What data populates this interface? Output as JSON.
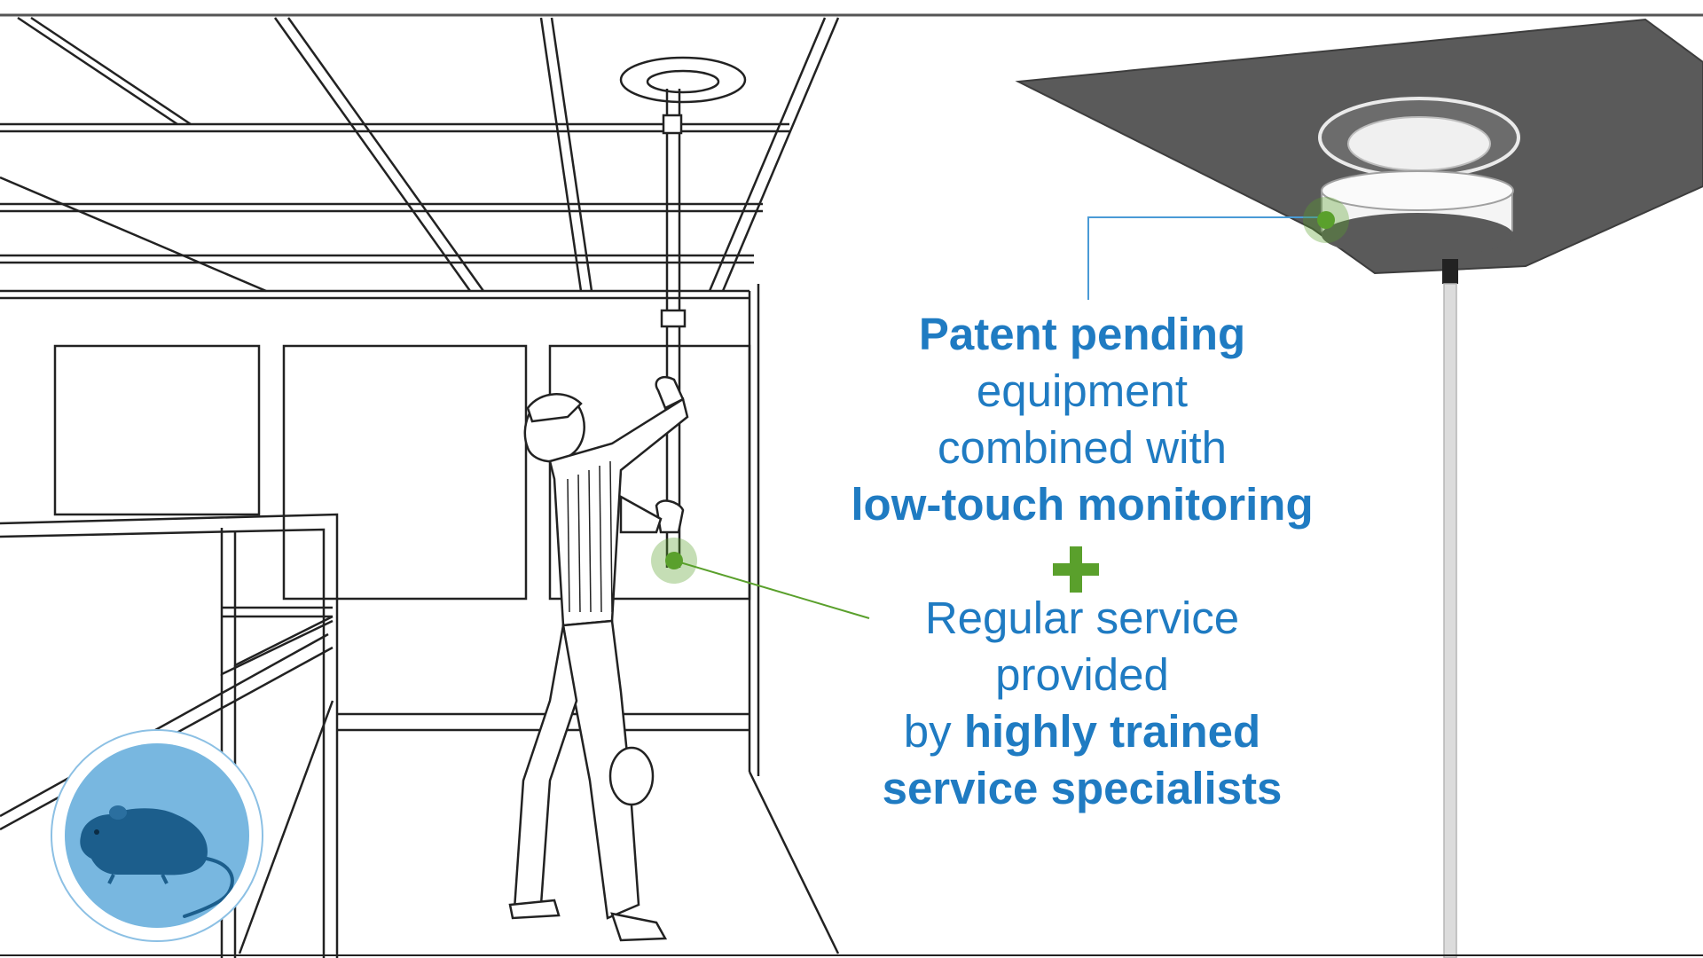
{
  "colors": {
    "primary_text": "#1f7bc2",
    "accent_green": "#5aa02c",
    "callout_blue": "#4a9bd6",
    "badge_fill": "#78b7e0",
    "mouse": "#1c5e8c",
    "ceiling_panel": "#5a5a5a"
  },
  "copy": {
    "line1": "Patent pending",
    "line2": "equipment",
    "line3": "combined with",
    "line4": "low-touch monitoring",
    "line5": "Regular service",
    "line6": "provided",
    "line7_prefix": "by",
    "line7_bold": "highly trained",
    "line8": "service specialists"
  },
  "icons": {
    "plus": "plus-icon",
    "mouse": "mouse-icon"
  }
}
